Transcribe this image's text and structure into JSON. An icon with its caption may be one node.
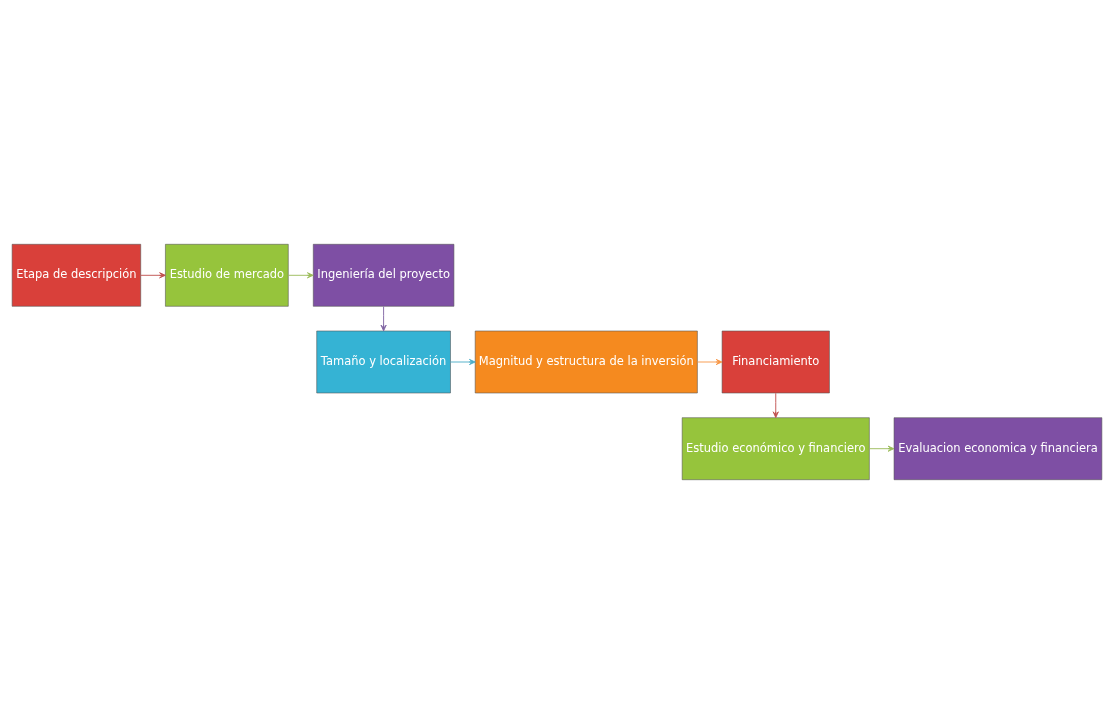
{
  "diagram": {
    "nodes": [
      {
        "text": [
          "Etapa de descripción"
        ]
      },
      {
        "text": [
          "Estudio de mercado"
        ]
      },
      {
        "text": [
          "Ingeniería del proyecto"
        ]
      },
      {
        "text": [
          "Tamaño y localización"
        ]
      },
      {
        "text": [
          "Magnitud y estructura de la inversión"
        ]
      },
      {
        "text": [
          "Financiamiento"
        ]
      },
      {
        "text": [
          "Estudio económico y financiero"
        ]
      },
      {
        "text": [
          "Evaluacion economica y financiera"
        ]
      }
    ],
    "edges": [
      {
        "from": 0,
        "to": 1,
        "arrow": "to",
        "color": "#c0504d"
      },
      {
        "from": 1,
        "to": 2,
        "arrow": "to",
        "color": "#9bbb59"
      },
      {
        "from": 2,
        "to": 3,
        "arrow": "to",
        "color": "#8064a2"
      },
      {
        "from": 3,
        "to": 4,
        "arrow": "to",
        "color": "#4bacc6"
      },
      {
        "from": 4,
        "to": 5,
        "arrow": "to",
        "color": "#f79646"
      },
      {
        "from": 5,
        "to": 6,
        "arrow": "to",
        "color": "#c0504d"
      },
      {
        "from": 6,
        "to": 7,
        "arrow": "to",
        "color": "#9bbb59"
      }
    ]
  }
}
